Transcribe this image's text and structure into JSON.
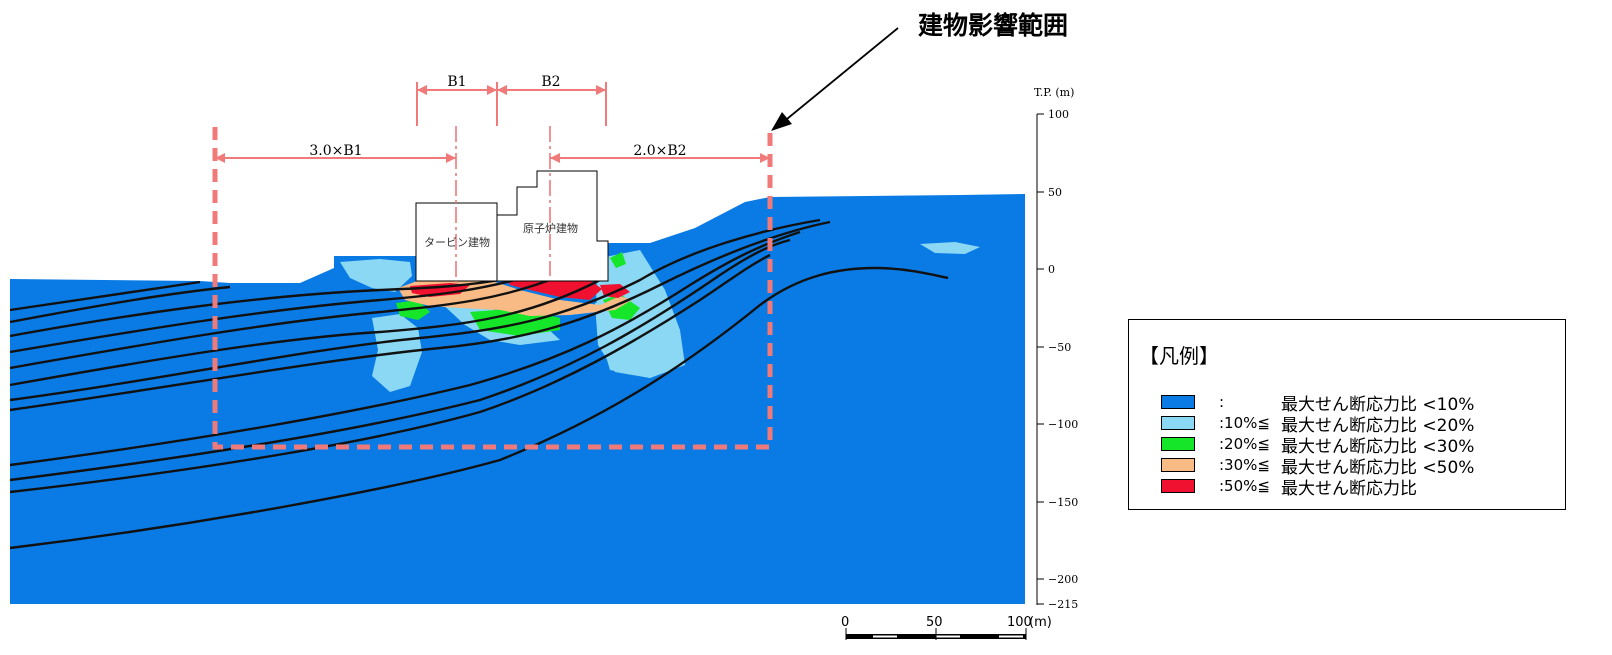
{
  "annotation": "建物影響範囲",
  "axis": {
    "title": "T.P. (m)",
    "ticks": [
      "100",
      "50",
      "0",
      "−50",
      "−100",
      "−150",
      "−200",
      "−215"
    ]
  },
  "buildings": {
    "turbine": "タービン建物",
    "reactor": "原子炉建物"
  },
  "dimensions": {
    "b1": "B1",
    "b2": "B2",
    "range_left": "3.0×B1",
    "range_right": "2.0×B2"
  },
  "scale_bar": {
    "ticks": [
      "0",
      "50",
      "100"
    ],
    "unit": "(m)"
  },
  "legend": {
    "title": "【凡例】",
    "items": [
      {
        "range": ":",
        "label": "最大せん断応力比 <10%",
        "color": "#0A7BE4"
      },
      {
        "range": ":10%≦",
        "label": "最大せん断応力比 <20%",
        "color": "#8BD8F4"
      },
      {
        "range": ":20%≦",
        "label": "最大せん断応力比 <30%",
        "color": "#16E629"
      },
      {
        "range": ":30%≦",
        "label": "最大せん断応力比 <50%",
        "color": "#F8BB86"
      },
      {
        "range": ":50%≦",
        "label": "最大せん断応力比",
        "color": "#F0102F"
      }
    ]
  },
  "colors": {
    "base": "#0A7BE4",
    "light_blue": "#8BD8F4",
    "green": "#16E629",
    "orange": "#F8BB86",
    "red": "#F0102F",
    "dashed_range": "#F07A7A"
  }
}
